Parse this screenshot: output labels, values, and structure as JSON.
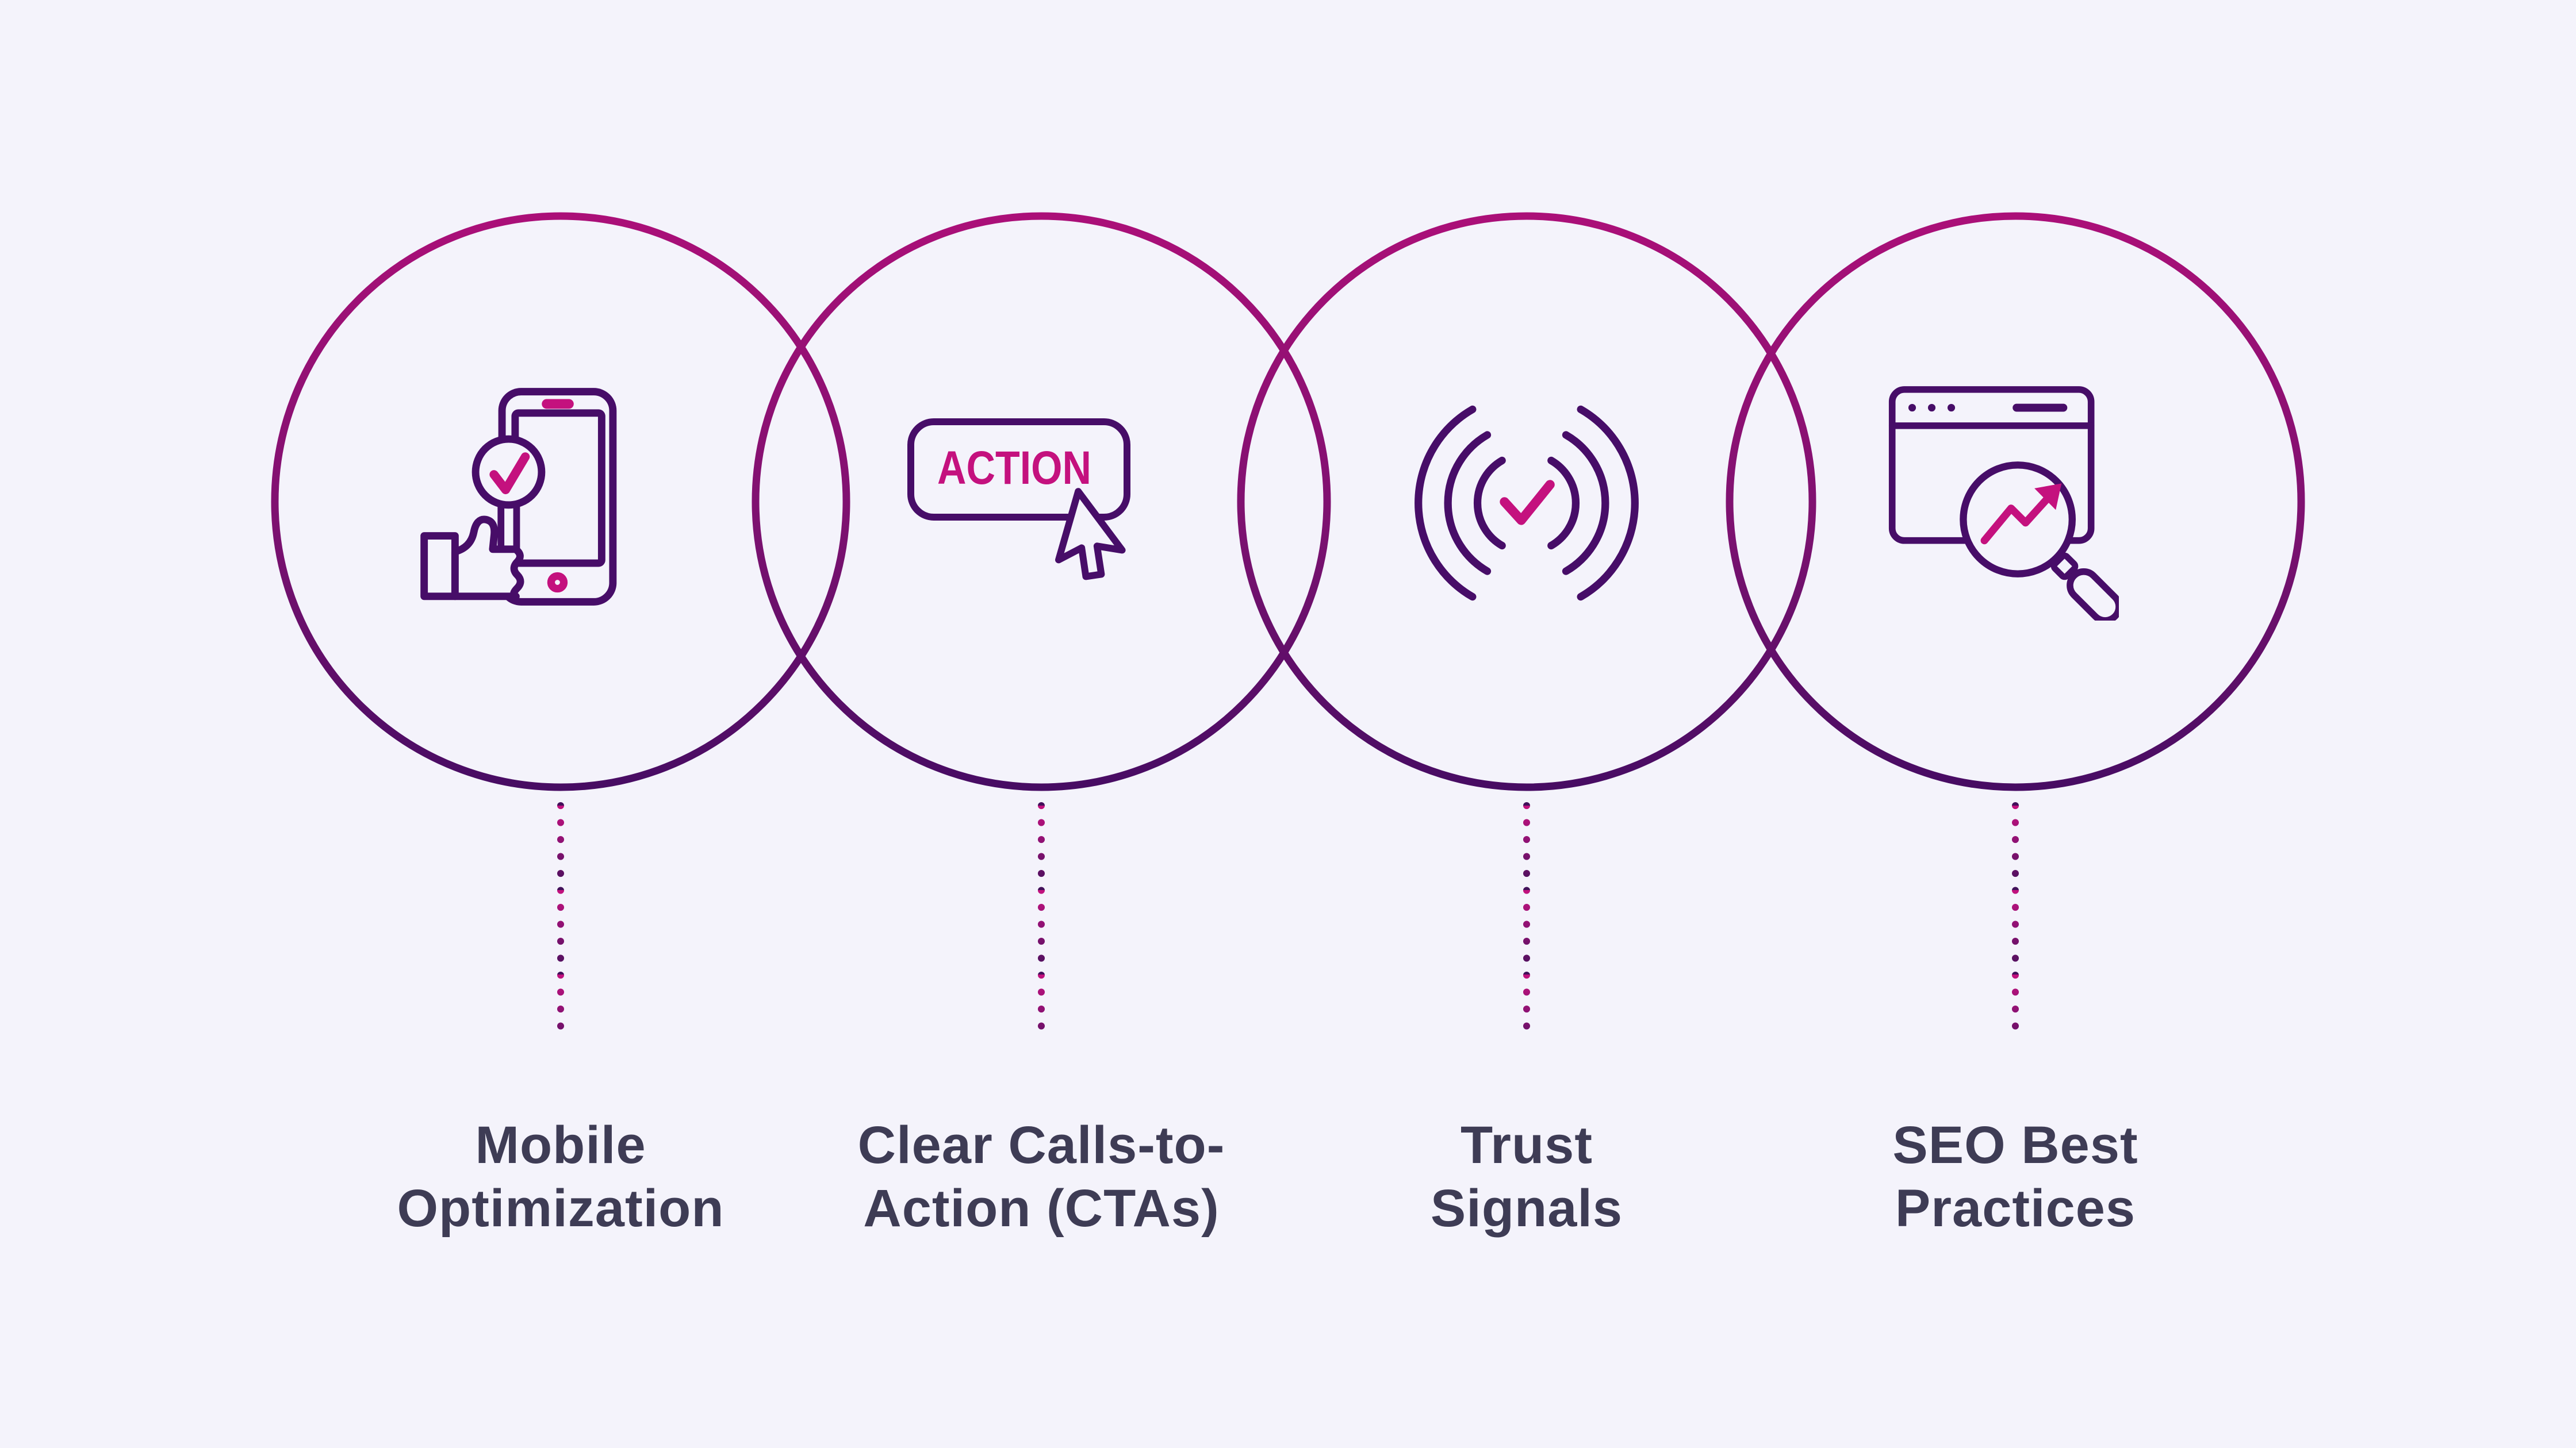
{
  "figure": {
    "type": "four-circle-infographic",
    "items": [
      {
        "icon": "phone-thumbs-up-check-icon",
        "label_line1": "Mobile",
        "label_line2": "Optimization"
      },
      {
        "icon": "action-button-cursor-icon",
        "button_text": "ACTION",
        "label_line1": "Clear Calls-to-",
        "label_line2": "Action (CTAs)"
      },
      {
        "icon": "signal-waves-check-icon",
        "label_line1": "Trust",
        "label_line2": "Signals"
      },
      {
        "icon": "browser-magnifier-trend-icon",
        "label_line1": "SEO Best",
        "label_line2": "Practices"
      }
    ]
  },
  "theme": {
    "background": "#f4f3fb",
    "icon_stroke_purple": "#470d68",
    "accent_magenta": "#c4117e",
    "label_text_color": "#3e3c55",
    "ring_gradient_top": "#ab0f78",
    "ring_gradient_middle": "#7c1170",
    "ring_gradient_bottom": "#470c63"
  }
}
